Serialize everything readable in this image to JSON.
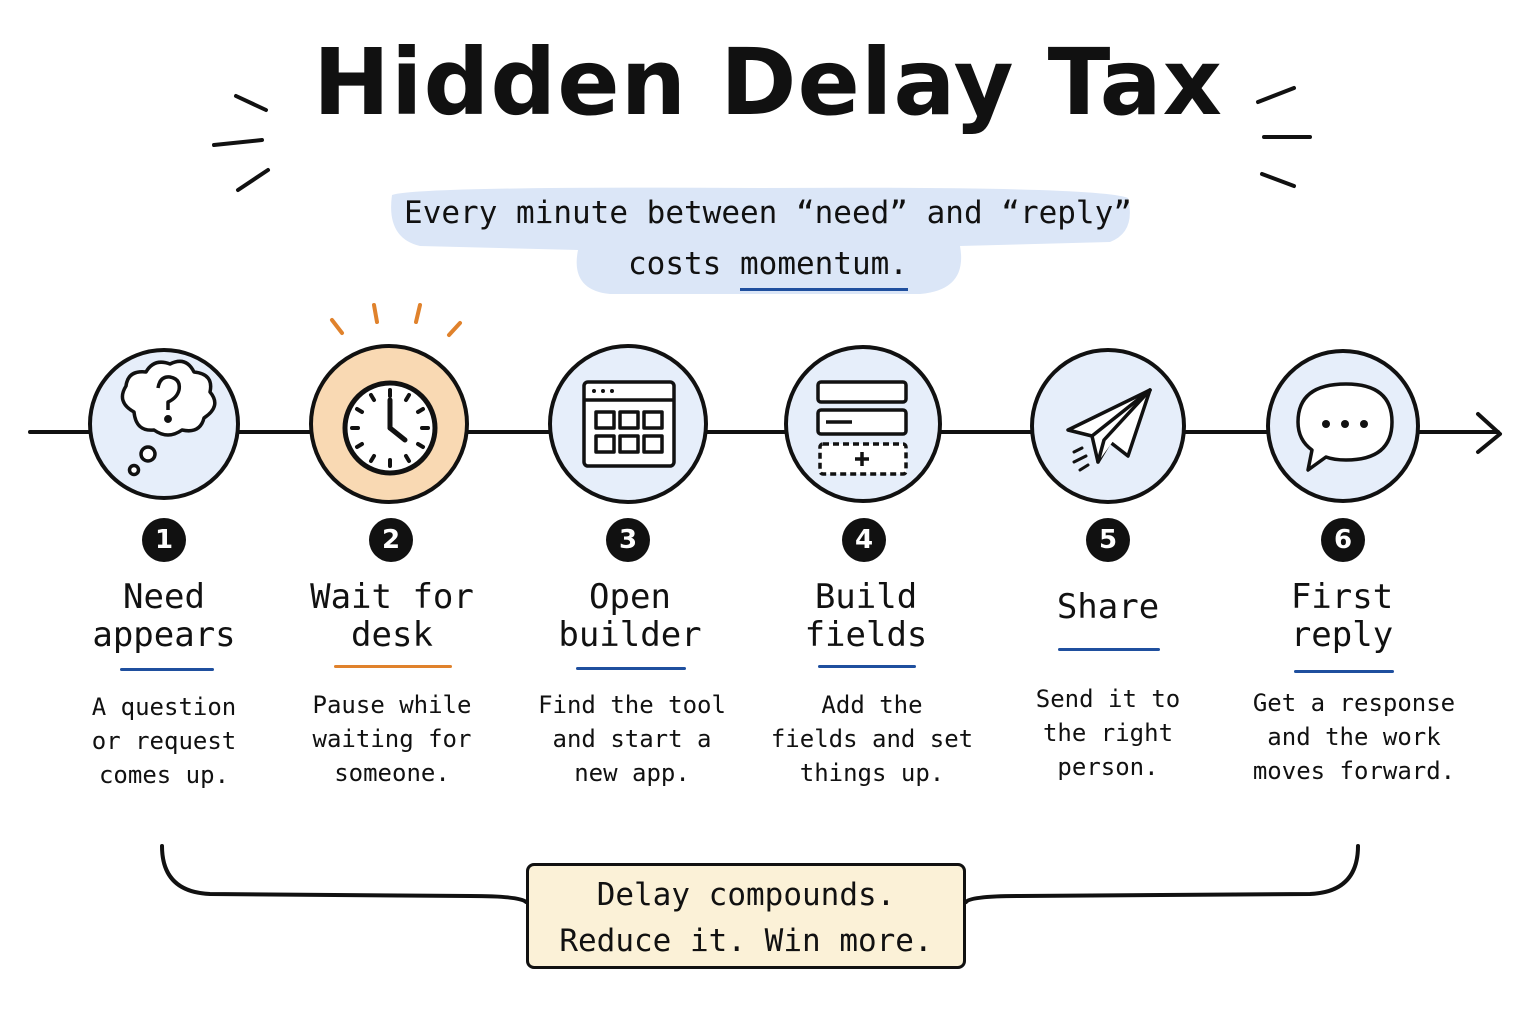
{
  "title": "Hidden Delay Tax",
  "subtitle": {
    "line1": "Every minute between “need” and “reply”",
    "line2_prefix": "costs ",
    "line2_highlight": "momentum."
  },
  "colors": {
    "ink": "#111111",
    "circle_fill": "#e6eefa",
    "highlight_fill": "#f9d9b3",
    "underline_blue": "#1f4f9e",
    "underline_orange": "#e0822c",
    "subtitle_band": "#dbe6f7",
    "callout_fill": "#fbf1d7",
    "rays": "#e0822c"
  },
  "steps": [
    {
      "number": "1",
      "title_line1": "Need",
      "title_line2": "appears",
      "desc_line1": "A question",
      "desc_line2": "or request",
      "desc_line3": "comes up.",
      "icon": "thought-bubble-question-icon"
    },
    {
      "number": "2",
      "title_line1": "Wait for",
      "title_line2": "desk",
      "desc_line1": "Pause while",
      "desc_line2": "waiting for",
      "desc_line3": "someone.",
      "icon": "clock-icon",
      "highlighted": true
    },
    {
      "number": "3",
      "title_line1": "Open",
      "title_line2": "builder",
      "desc_line1": "Find the tool",
      "desc_line2": "and start a",
      "desc_line3": "new app.",
      "icon": "app-grid-window-icon"
    },
    {
      "number": "4",
      "title_line1": "Build",
      "title_line2": "fields",
      "desc_line1": "Add the",
      "desc_line2": "fields and set",
      "desc_line3": "things up.",
      "icon": "form-fields-icon"
    },
    {
      "number": "5",
      "title_line1": "Share",
      "title_line2": "",
      "desc_line1": "Send it to",
      "desc_line2": "the right",
      "desc_line3": "person.",
      "icon": "paper-plane-icon"
    },
    {
      "number": "6",
      "title_line1": "First",
      "title_line2": "reply",
      "desc_line1": "Get a response",
      "desc_line2": "and the work",
      "desc_line3": "moves forward.",
      "icon": "chat-bubble-icon"
    }
  ],
  "callout": {
    "line1": "Delay compounds.",
    "line2": "Reduce it. Win more."
  }
}
